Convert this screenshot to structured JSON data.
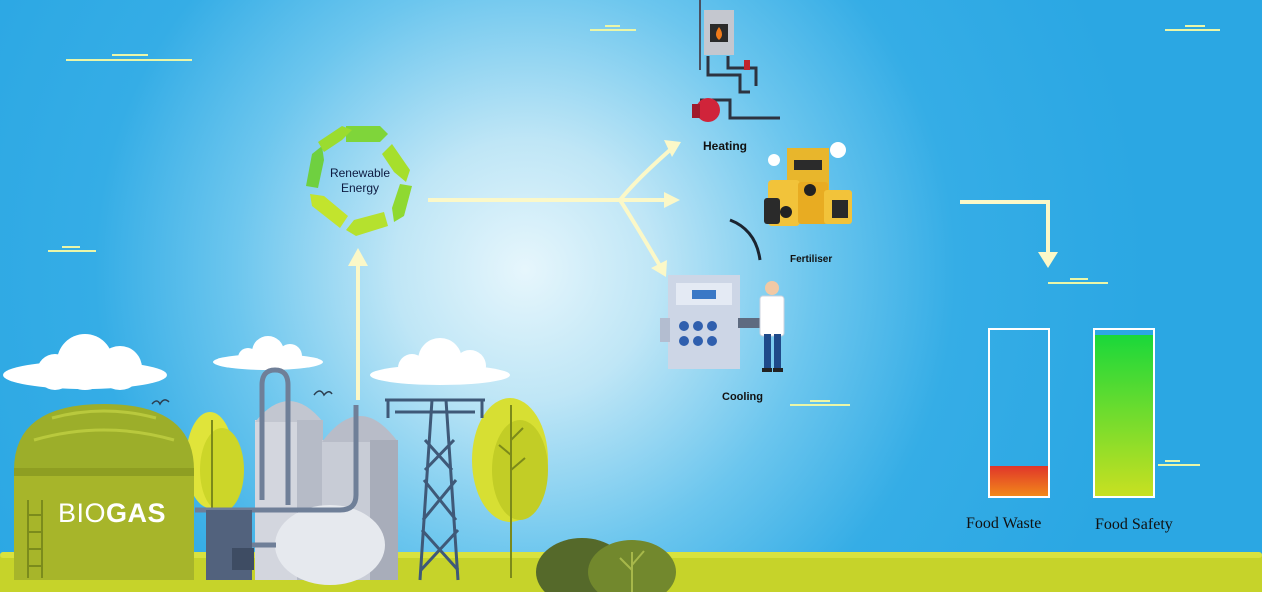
{
  "scene": {
    "center_label": {
      "line1": "Renewable",
      "line2": "Energy"
    },
    "plant_label": {
      "light": "BIO",
      "bold": "GAS"
    },
    "outputs": [
      {
        "label": "Heating"
      },
      {
        "label": "Fertiliser"
      },
      {
        "label": "Cooling"
      }
    ],
    "meters": [
      {
        "label": "Food Waste",
        "level": 0.18,
        "colors": [
          "#e0362a",
          "#f2881a"
        ]
      },
      {
        "label": "Food Safety",
        "level": 0.97,
        "colors": [
          "#1ad83a",
          "#c8e021"
        ]
      }
    ],
    "colors": {
      "sky": "#2ba7e3",
      "ground": "#c6d32a",
      "arrow": "#fbf8c8",
      "cycle": "#8ddc2c",
      "tank": "#a7b52a"
    },
    "icons": [
      "cycle-arrows-icon",
      "boiler-icon",
      "fertiliser-icon",
      "cooling-machine-icon",
      "scientist-icon",
      "power-pylon-icon",
      "tree-icon",
      "cloud-icon",
      "bird-icon"
    ]
  }
}
